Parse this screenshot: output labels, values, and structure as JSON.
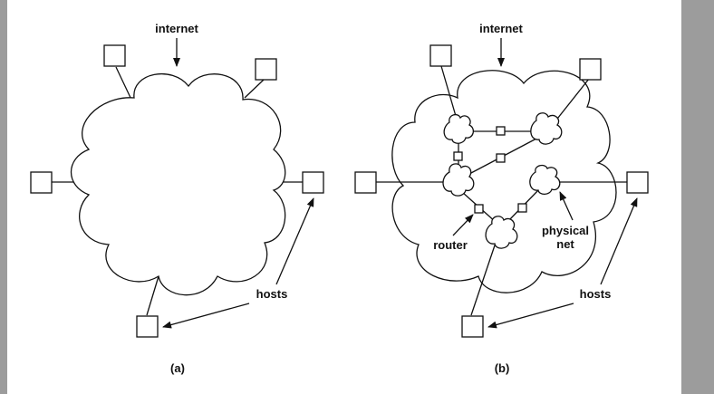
{
  "panel_a": {
    "internet_label": "internet",
    "hosts_label": "hosts",
    "caption": "(a)"
  },
  "panel_b": {
    "internet_label": "internet",
    "hosts_label": "hosts",
    "router_label": "router",
    "physical_net_label_line1": "physical",
    "physical_net_label_line2": "net",
    "caption": "(b)"
  },
  "colors": {
    "ink": "#111111",
    "frame": "#9c9c9c",
    "background": "#ffffff"
  }
}
